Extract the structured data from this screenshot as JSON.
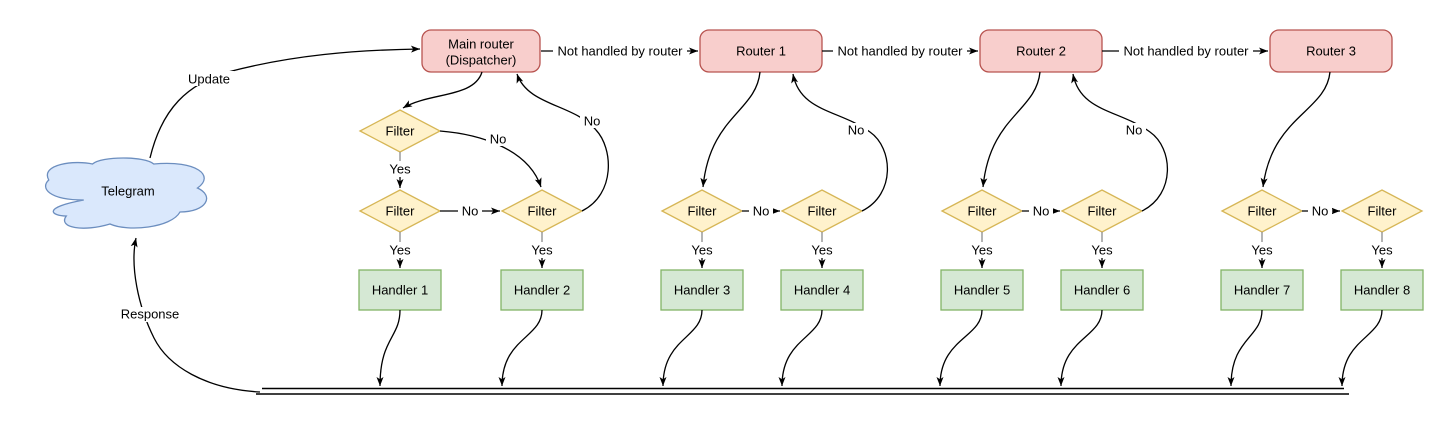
{
  "diagram": {
    "cloud": {
      "label": "Telegram"
    },
    "dispatcher": {
      "line1": "Main router",
      "line2": "(Dispatcher)"
    },
    "routers": [
      {
        "label": "Router 1"
      },
      {
        "label": "Router 2"
      },
      {
        "label": "Router 3"
      }
    ],
    "filter_label": "Filter",
    "handlers": [
      {
        "label": "Handler 1"
      },
      {
        "label": "Handler 2"
      },
      {
        "label": "Handler 3"
      },
      {
        "label": "Handler 4"
      },
      {
        "label": "Handler 5"
      },
      {
        "label": "Handler 6"
      },
      {
        "label": "Handler 7"
      },
      {
        "label": "Handler 8"
      }
    ],
    "edge_labels": {
      "update": "Update",
      "response": "Response",
      "not_handled": "Not handled by router",
      "yes": "Yes",
      "no": "No"
    },
    "colors": {
      "cloud_fill": "#dae8fc",
      "cloud_stroke": "#6c8ebf",
      "router_fill": "#f8cecc",
      "router_stroke": "#b85450",
      "filter_fill": "#fff2cc",
      "filter_stroke": "#d6b656",
      "handler_fill": "#d5e8d4",
      "handler_stroke": "#82b366",
      "edge": "#000000"
    }
  }
}
